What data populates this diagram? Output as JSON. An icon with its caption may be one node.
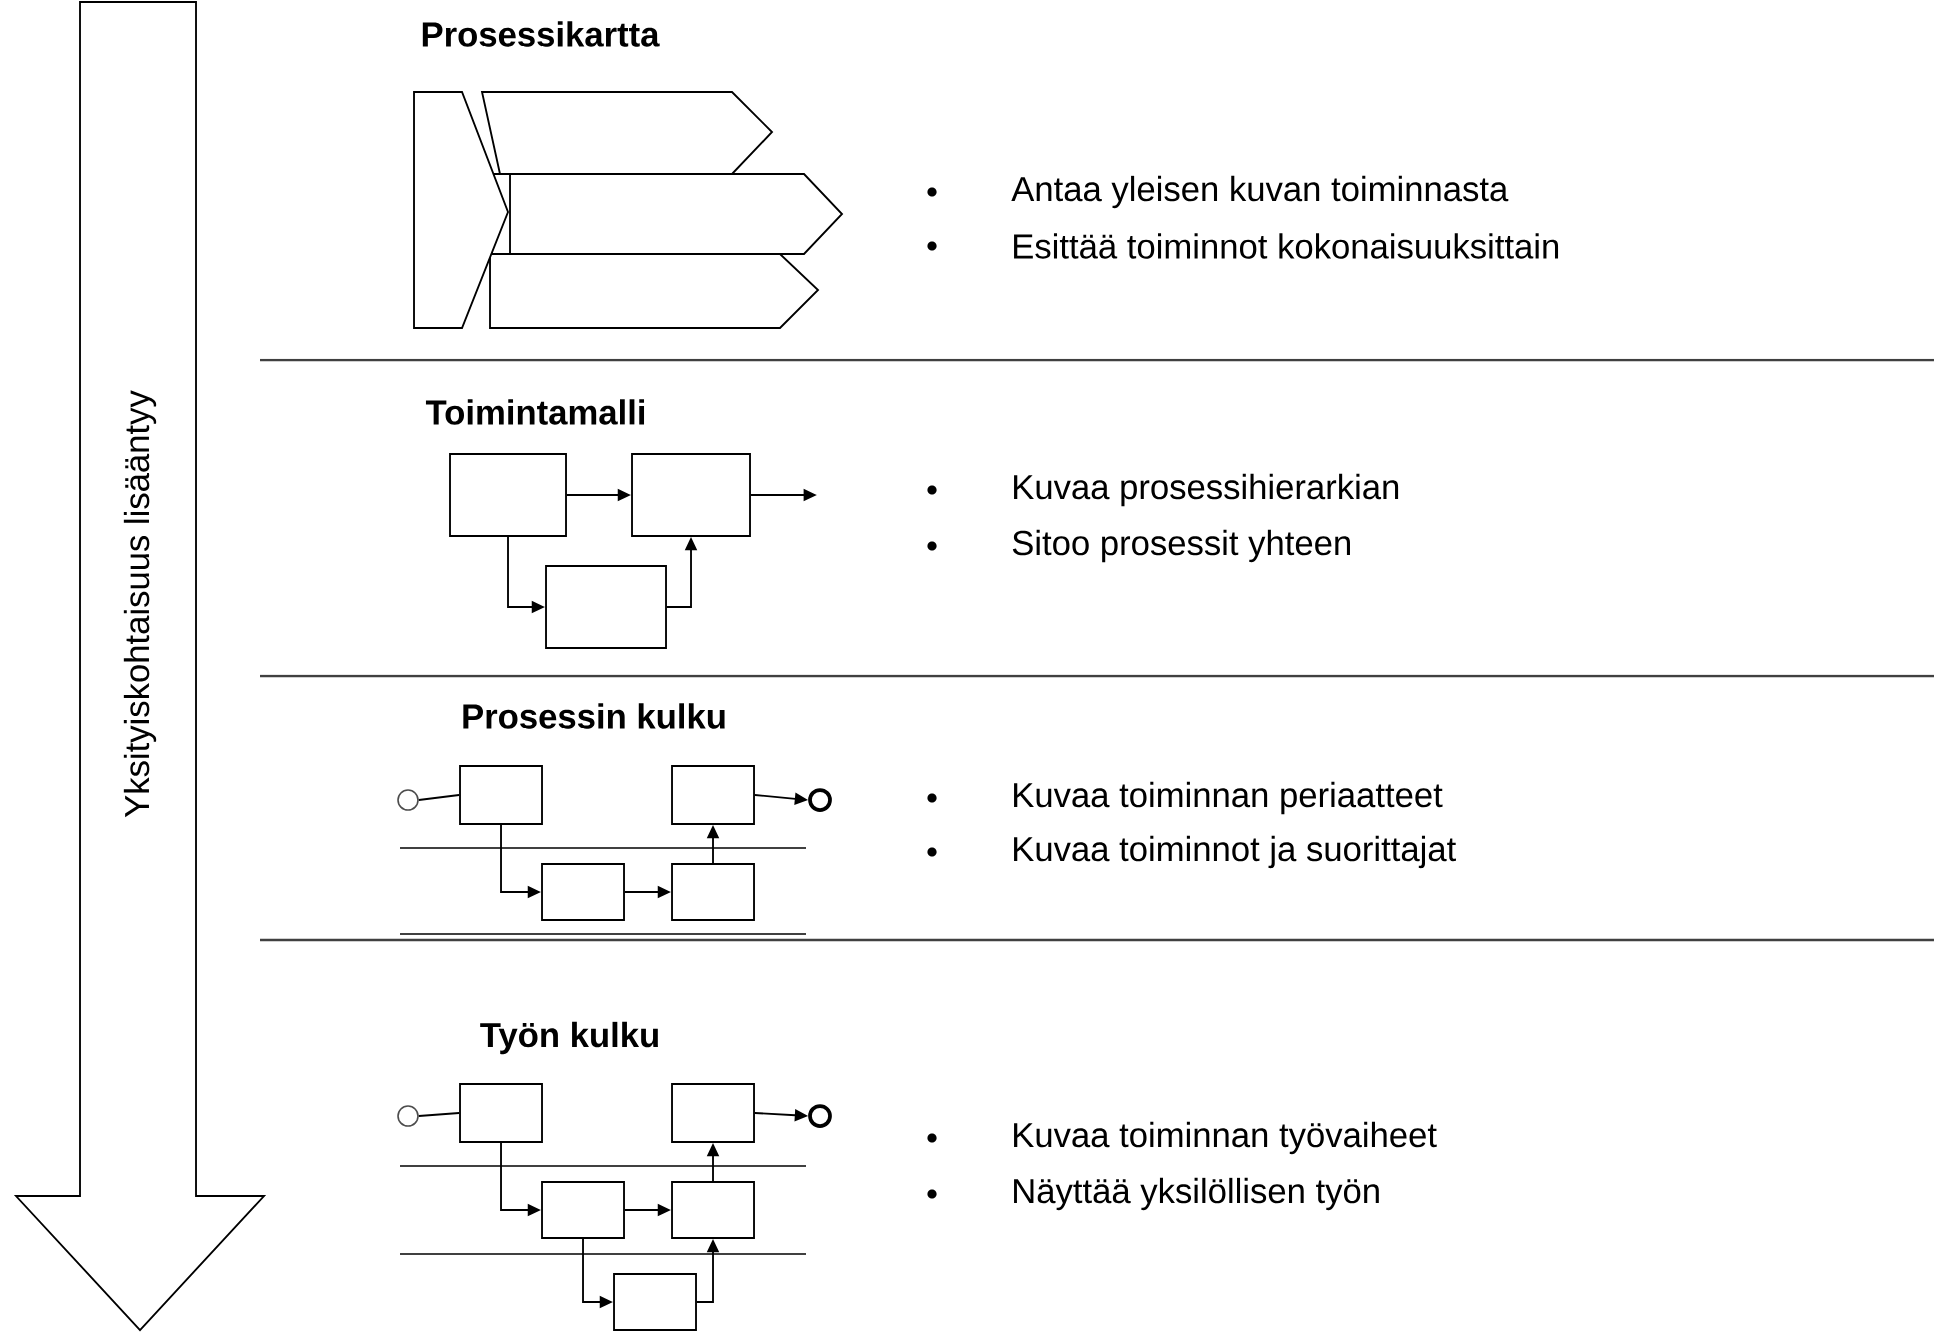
{
  "diagram": {
    "nodes": [
      {
        "text": [
          "Yksityiskohtaisuus lisääntyy"
        ]
      },
      {
        "text": [],
        "shape": "box"
      },
      {
        "text": [],
        "shape": "box"
      },
      {
        "text": [],
        "shape": "box"
      },
      {
        "text": [],
        "shape": "circle"
      },
      {
        "text": [],
        "shape": "box"
      },
      {
        "text": [],
        "shape": "box"
      },
      {
        "text": [],
        "shape": "circle"
      },
      {
        "text": [],
        "shape": "box"
      },
      {
        "text": [],
        "shape": "box"
      },
      {
        "text": [],
        "shape": "circle"
      },
      {
        "text": [],
        "shape": "box"
      },
      {
        "text": [],
        "shape": "box"
      },
      {
        "text": [],
        "shape": "circle"
      },
      {
        "text": [],
        "shape": "box"
      },
      {
        "text": [],
        "shape": "box"
      },
      {
        "text": [],
        "shape": "box"
      }
    ],
    "edges": [
      {
        "from": 1,
        "to": 2,
        "arrow": "to"
      },
      {
        "from": 2,
        "to": null,
        "arrow": "to"
      },
      {
        "from": 1,
        "to": 3,
        "arrow": "to"
      },
      {
        "from": 3,
        "to": 2,
        "arrow": "to"
      },
      {
        "from": 4,
        "to": 5,
        "arrow": "none"
      },
      {
        "from": 5,
        "to": 8,
        "arrow": "to"
      },
      {
        "from": 8,
        "to": 9,
        "arrow": "to"
      },
      {
        "from": 9,
        "to": 6,
        "arrow": "to"
      },
      {
        "from": 6,
        "to": 7,
        "arrow": "to"
      },
      {
        "from": 10,
        "to": 11,
        "arrow": "none"
      },
      {
        "from": 11,
        "to": 14,
        "arrow": "to"
      },
      {
        "from": 14,
        "to": 15,
        "arrow": "to"
      },
      {
        "from": 15,
        "to": 12,
        "arrow": "to"
      },
      {
        "from": 12,
        "to": 13,
        "arrow": "to"
      },
      {
        "from": 14,
        "to": 16,
        "arrow": "to"
      },
      {
        "from": 16,
        "to": 15,
        "arrow": "to"
      }
    ],
    "labels": [
      "Prosessikartta",
      "Antaa yleisen kuvan toiminnasta",
      "Esittää toiminnot kokonaisuuksittain",
      "Toimintamalli",
      "Kuvaa prosessihierarkian",
      "Sitoo prosessit yhteen",
      "Prosessin kulku",
      "Kuvaa toiminnan periaatteet",
      "Kuvaa toiminnot ja suorittajat",
      "Työn kulku",
      "Kuvaa toiminnan työvaiheet",
      "Näyttää yksilöllisen työn"
    ]
  }
}
